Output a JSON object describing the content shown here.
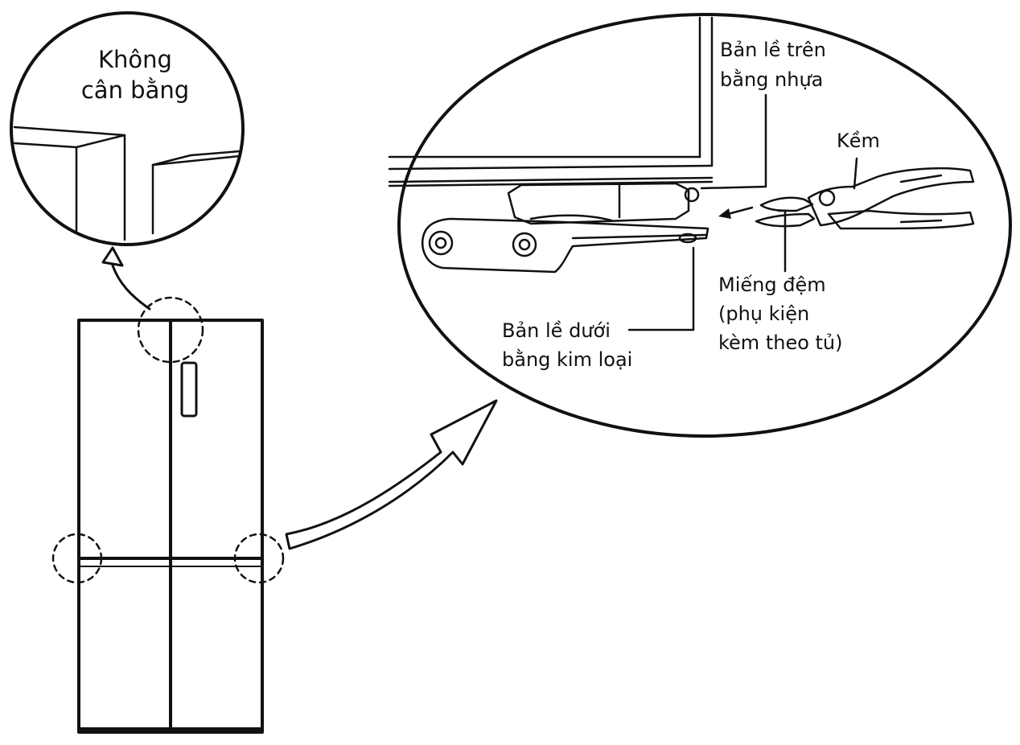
{
  "labels": {
    "unbalanced_line1": "Không",
    "unbalanced_line2": "cân bằng",
    "upper_hinge_line1": "Bản lề trên",
    "upper_hinge_line2": "bằng nhựa",
    "pliers": "Kềm",
    "shim_line1": "Miếng đệm",
    "shim_line2": "(phụ kiện",
    "shim_line3": "kèm theo tủ)",
    "lower_hinge_line1": "Bản lề dưới",
    "lower_hinge_line2": "bằng kim loại"
  },
  "colors": {
    "ink": "#111111",
    "background": "#ffffff"
  }
}
